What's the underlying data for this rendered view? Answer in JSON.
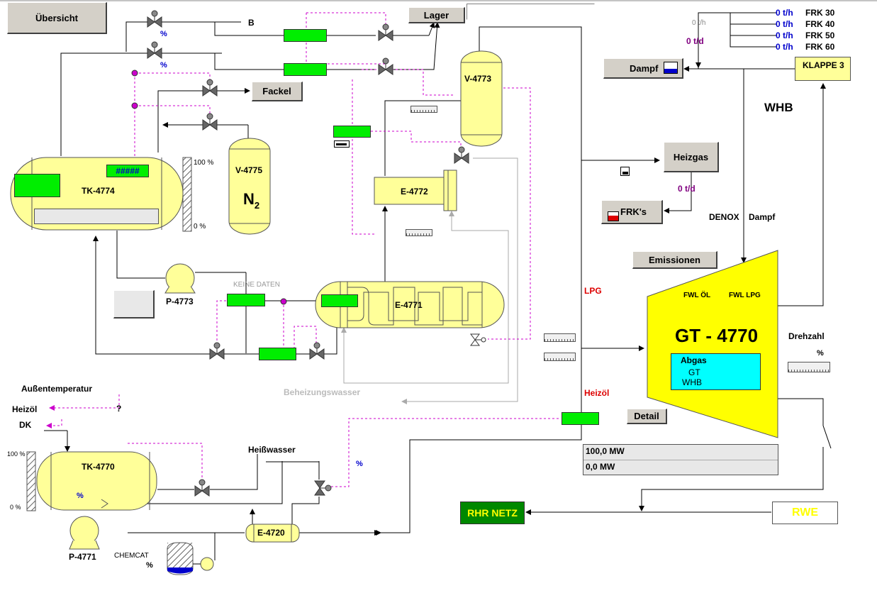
{
  "buttons": {
    "uebersicht": "Übersicht",
    "lager": "Lager",
    "fackel": "Fackel",
    "dampf": "Dampf",
    "heizgas": "Heizgas",
    "frks": "FRK's",
    "emissionen": "Emissionen",
    "detail": "Detail"
  },
  "equipment": {
    "tk4774": "TK-4774",
    "v4775": "V-4775",
    "n2": "N",
    "n2_sub": "2",
    "v4773": "V-4773",
    "e4772": "E-4772",
    "e4771": "E-4771",
    "p4773": "P-4773",
    "tk4770": "TK-4770",
    "e4720": "E-4720",
    "p4771": "P-4771",
    "gt4770": "GT - 4770",
    "klappe3": "KLAPPE 3",
    "rhr_netz": "RHR NETZ",
    "rwe": "RWE"
  },
  "labels": {
    "b": "B",
    "keine_daten": "KEINE DATEN",
    "beheizungswasser": "Beheizungswasser",
    "aussentemperatur": "Außentemperatur",
    "heizoel": "Heizöl",
    "dk": "DK",
    "question": "?",
    "heisswasser": "Heißwasser",
    "chemcat": "CHEMCAT",
    "lpg": "LPG",
    "heizoel_red": "Heizöl",
    "whb": "WHB",
    "denox": "DENOX",
    "dampf": "Dampf",
    "drehzahl": "Drehzahl",
    "fwl_oel": "FWL ÖL",
    "fwl_lpg": "FWL LPG",
    "abgas": "Abgas",
    "gt": "GT",
    "whb2": "WHB",
    "tank_level_hash": "#####",
    "pct_100_a": "100 %",
    "pct_0_a": "0 %",
    "pct_100_b": "100 %",
    "pct_0_b": "0 %"
  },
  "values": {
    "valve1_pct": "%",
    "valve2_pct": "%",
    "tk4770_pct": "%",
    "valve_pct": "%",
    "chemcat_pct": "%",
    "drehzahl_pct": "%",
    "dampf_small": "0 t/h",
    "dampf_td": "0 t/d",
    "heizgas_td": "0 t/d",
    "mw1": "100,0 MW",
    "mw2": "0,0 MW"
  },
  "frk_flows": [
    {
      "value": "0 t/h",
      "name": "FRK 30"
    },
    {
      "value": "0 t/h",
      "name": "FRK 40"
    },
    {
      "value": "0 t/h",
      "name": "FRK 50"
    },
    {
      "value": "0 t/h",
      "name": "FRK 60"
    }
  ],
  "colors": {
    "vessel": "#ffff99",
    "gt_body": "#ffff00",
    "status_green": "#00ee00",
    "abgas": "#00ffff",
    "rhr": "#008800",
    "signal": "#cc00cc"
  }
}
